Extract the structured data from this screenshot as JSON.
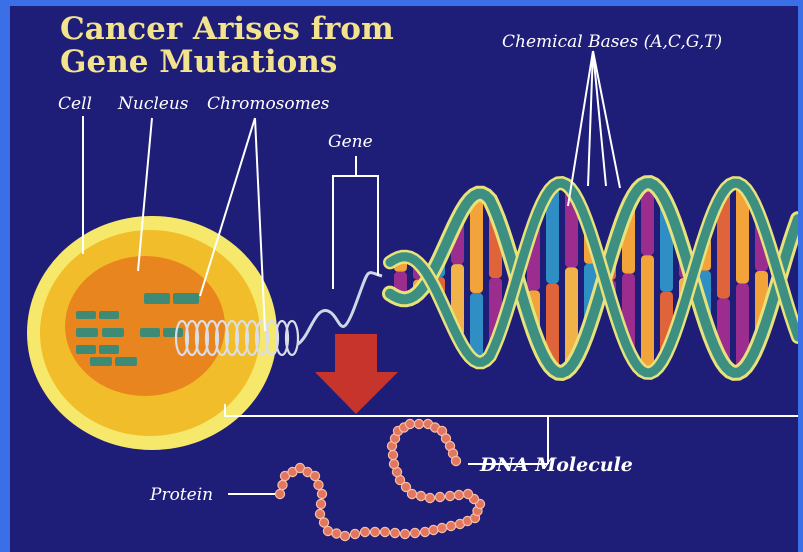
{
  "title": {
    "line1": "Cancer Arises from",
    "line2": "Gene Mutations"
  },
  "labels": {
    "cell": "Cell",
    "nucleus": "Nucleus",
    "chromosomes": "Chromosomes",
    "gene": "Gene",
    "chemical_bases": "Chemical Bases (A,C,G,T)",
    "dna_molecule": "DNA Molecule",
    "protein": "Protein"
  },
  "colors": {
    "background": "#1e1d78",
    "border": "#3a6fe8",
    "title": "#f3e38c",
    "cell_outer": "#f6e86a",
    "cell_inner": "#f2bd2a",
    "nucleus": "#e9851f",
    "chromosome": "#3f8a74",
    "helix_strand": "#3d8f82",
    "helix_strand_light": "#e8e27a",
    "arrow": "#c6342b",
    "protein_bead": "#e3765f"
  },
  "icons": {
    "arrow": "down-arrow-icon"
  }
}
